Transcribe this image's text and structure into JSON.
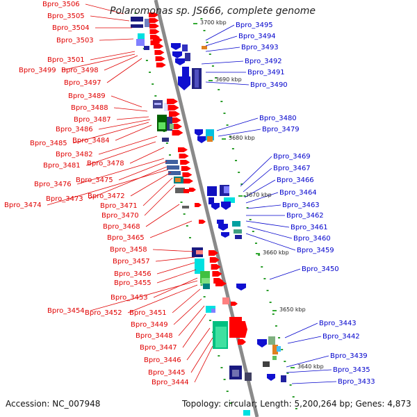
{
  "title": "Polaromonas sp. JS666, complete genome",
  "footer": {
    "accession": "Accession: NC_007948",
    "summary": "Topology: circular; Length: 5,200,264 bp; Genes: 4,873"
  },
  "colors": {
    "forward_label": "#e00000",
    "reverse_label": "#0000cc",
    "forward_gene": "#ff0000",
    "reverse_gene": "#1010d0",
    "backbone": "#8a8a8a",
    "tick": "#2a9d2a"
  },
  "ruler": [
    {
      "label": "3700 kbp"
    },
    {
      "label": "3690 kbp"
    },
    {
      "label": "3680 kbp"
    },
    {
      "label": "3670 kbp"
    },
    {
      "label": "3660 kbp"
    },
    {
      "label": "3650 kbp"
    },
    {
      "label": "3640 kbp"
    }
  ],
  "forward_genes": [
    {
      "label": "Bpro_3506"
    },
    {
      "label": "Bpro_3505"
    },
    {
      "label": "Bpro_3504"
    },
    {
      "label": "Bpro_3503"
    },
    {
      "label": "Bpro_3501"
    },
    {
      "label": "Bpro_3499"
    },
    {
      "label": "Bpro_3498"
    },
    {
      "label": "Bpro_3497"
    },
    {
      "label": "Bpro_3489"
    },
    {
      "label": "Bpro_3488"
    },
    {
      "label": "Bpro_3487"
    },
    {
      "label": "Bpro_3486"
    },
    {
      "label": "Bpro_3485"
    },
    {
      "label": "Bpro_3484"
    },
    {
      "label": "Bpro_3482"
    },
    {
      "label": "Bpro_3481"
    },
    {
      "label": "Bpro_3478"
    },
    {
      "label": "Bpro_3476"
    },
    {
      "label": "Bpro_3475"
    },
    {
      "label": "Bpro_3473"
    },
    {
      "label": "Bpro_3474"
    },
    {
      "label": "Bpro_3472"
    },
    {
      "label": "Bpro_3471"
    },
    {
      "label": "Bpro_3470"
    },
    {
      "label": "Bpro_3468"
    },
    {
      "label": "Bpro_3465"
    },
    {
      "label": "Bpro_3458"
    },
    {
      "label": "Bpro_3457"
    },
    {
      "label": "Bpro_3456"
    },
    {
      "label": "Bpro_3455"
    },
    {
      "label": "Bpro_3453"
    },
    {
      "label": "Bpro_3454"
    },
    {
      "label": "Bpro_3452"
    },
    {
      "label": "Bpro_3451"
    },
    {
      "label": "Bpro_3449"
    },
    {
      "label": "Bpro_3448"
    },
    {
      "label": "Bpro_3447"
    },
    {
      "label": "Bpro_3446"
    },
    {
      "label": "Bpro_3445"
    },
    {
      "label": "Bpro_3444"
    }
  ],
  "reverse_genes": [
    {
      "label": "Bpro_3495"
    },
    {
      "label": "Bpro_3494"
    },
    {
      "label": "Bpro_3493"
    },
    {
      "label": "Bpro_3492"
    },
    {
      "label": "Bpro_3491"
    },
    {
      "label": "Bpro_3490"
    },
    {
      "label": "Bpro_3480"
    },
    {
      "label": "Bpro_3479"
    },
    {
      "label": "Bpro_3469"
    },
    {
      "label": "Bpro_3467"
    },
    {
      "label": "Bpro_3466"
    },
    {
      "label": "Bpro_3464"
    },
    {
      "label": "Bpro_3463"
    },
    {
      "label": "Bpro_3462"
    },
    {
      "label": "Bpro_3461"
    },
    {
      "label": "Bpro_3460"
    },
    {
      "label": "Bpro_3459"
    },
    {
      "label": "Bpro_3450"
    },
    {
      "label": "Bpro_3443"
    },
    {
      "label": "Bpro_3442"
    },
    {
      "label": "Bpro_3439"
    },
    {
      "label": "Bpro_3435"
    },
    {
      "label": "Bpro_3433"
    }
  ]
}
